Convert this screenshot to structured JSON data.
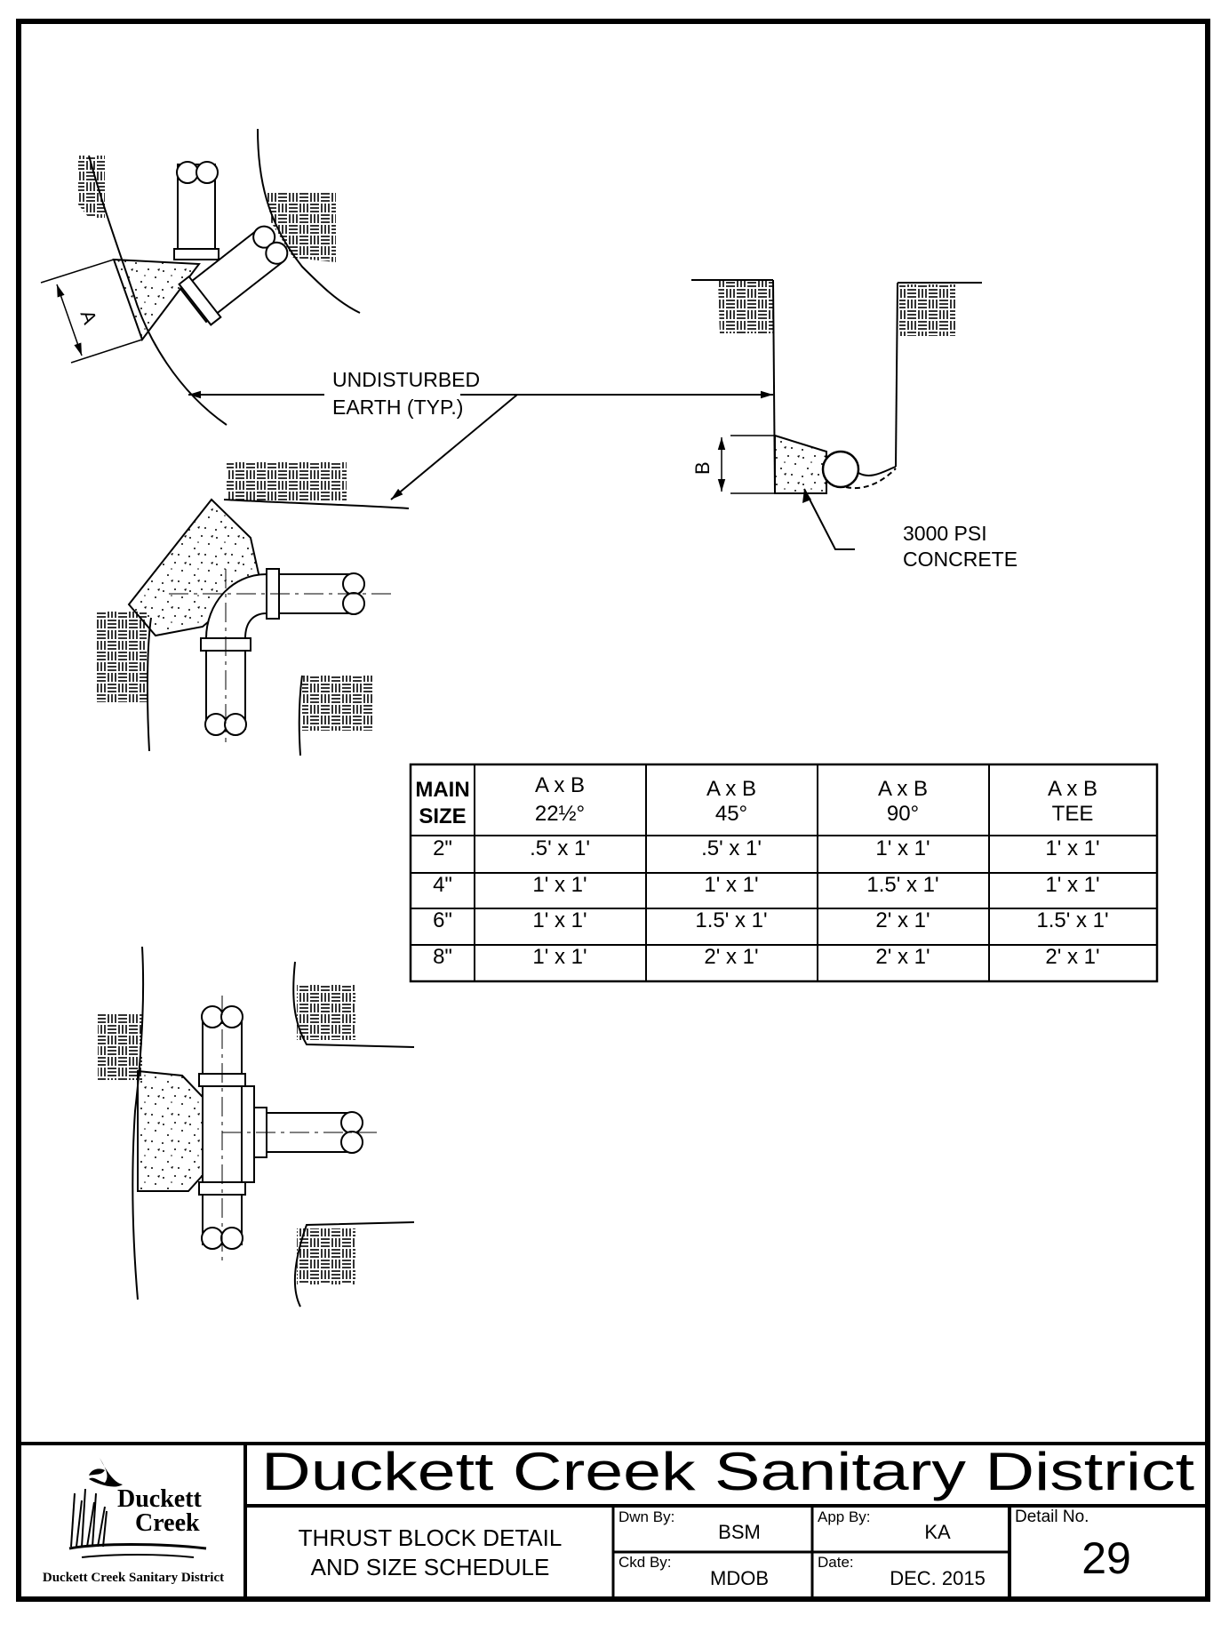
{
  "labels": {
    "undisturbed_line1": "UNDISTURBED",
    "undisturbed_line2": "EARTH (TYP.)",
    "concrete_line1": "3000 PSI",
    "concrete_line2": "CONCRETE",
    "dim_a": "A",
    "dim_b": "B"
  },
  "schedule": {
    "header_main_line1": "MAIN",
    "header_main_line2": "SIZE",
    "columns": [
      {
        "line1": "A x B",
        "line2": "22½°"
      },
      {
        "line1": "A x B",
        "line2": "45°"
      },
      {
        "line1": "A x B",
        "line2": "90°"
      },
      {
        "line1": "A x B",
        "line2": "TEE"
      }
    ],
    "rows": [
      {
        "size": "2\"",
        "cells": [
          ".5' x 1'",
          ".5' x 1'",
          "1' x 1'",
          "1' x 1'"
        ]
      },
      {
        "size": "4\"",
        "cells": [
          "1' x 1'",
          "1' x 1'",
          "1.5' x 1'",
          "1' x 1'"
        ]
      },
      {
        "size": "6\"",
        "cells": [
          "1' x 1'",
          "1.5' x 1'",
          "2' x 1'",
          "1.5' x 1'"
        ]
      },
      {
        "size": "8\"",
        "cells": [
          "1' x 1'",
          "2' x 1'",
          "2' x 1'",
          "2' x 1'"
        ]
      }
    ]
  },
  "title_block": {
    "logo_word1": "Duckett",
    "logo_word2": "Creek",
    "logo_caption": "Duckett Creek Sanitary District",
    "district_name": "Duckett Creek Sanitary District",
    "drawing_title_line1": "THRUST BLOCK DETAIL",
    "drawing_title_line2": "AND SIZE SCHEDULE",
    "dwn_by_label": "Dwn By:",
    "dwn_by": "BSM",
    "ckd_by_label": "Ckd By:",
    "ckd_by": "MDOB",
    "app_by_label": "App By:",
    "app_by": "KA",
    "date_label": "Date:",
    "date": "DEC. 2015",
    "detail_no_label": "Detail No.",
    "detail_no": "29"
  }
}
